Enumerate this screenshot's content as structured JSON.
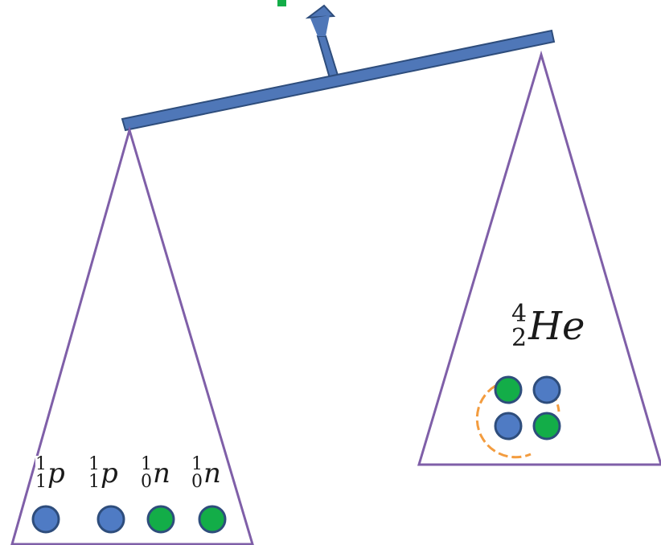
{
  "left_pan": {
    "nuclides": [
      {
        "mass": "1",
        "atomic": "1",
        "symbol": "p"
      },
      {
        "mass": "1",
        "atomic": "1",
        "symbol": "p"
      },
      {
        "mass": "1",
        "atomic": "0",
        "symbol": "n"
      },
      {
        "mass": "1",
        "atomic": "0",
        "symbol": "n"
      }
    ],
    "particles": [
      "proton",
      "proton",
      "neutron",
      "neutron"
    ]
  },
  "right_pan": {
    "nuclide": {
      "mass": "4",
      "atomic": "2",
      "symbol": "He"
    },
    "particles": [
      "neutron",
      "proton",
      "proton",
      "neutron"
    ]
  },
  "colors": {
    "beam": "#4f77b8",
    "pan_outline": "#7f5fa8",
    "proton": "#4f7bc4",
    "neutron": "#13ad48",
    "particle_outline": "#2e4d7c",
    "binding_ring": "#f39c3f",
    "marker": "#13ad48"
  }
}
